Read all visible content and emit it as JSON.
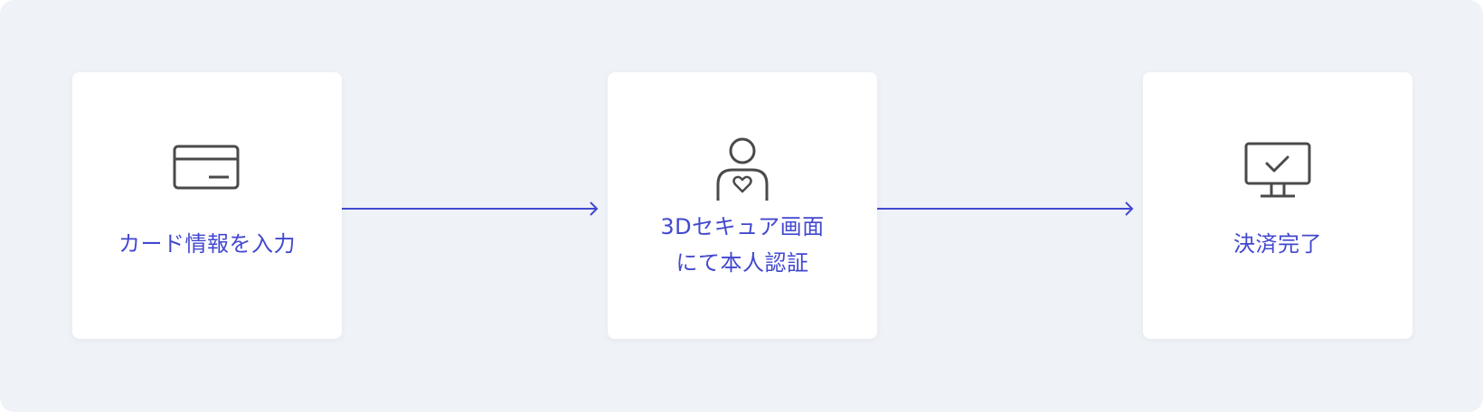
{
  "flow": {
    "accent_color": "#4248cf",
    "icon_color": "#4a4a4a",
    "steps": [
      {
        "icon": "credit-card-icon",
        "label_lines": [
          "カード情報を入力"
        ]
      },
      {
        "icon": "person-heart-icon",
        "label_lines": [
          "3Dセキュア画面",
          "にて本人認証"
        ]
      },
      {
        "icon": "monitor-check-icon",
        "label_lines": [
          "決済完了"
        ]
      }
    ]
  }
}
